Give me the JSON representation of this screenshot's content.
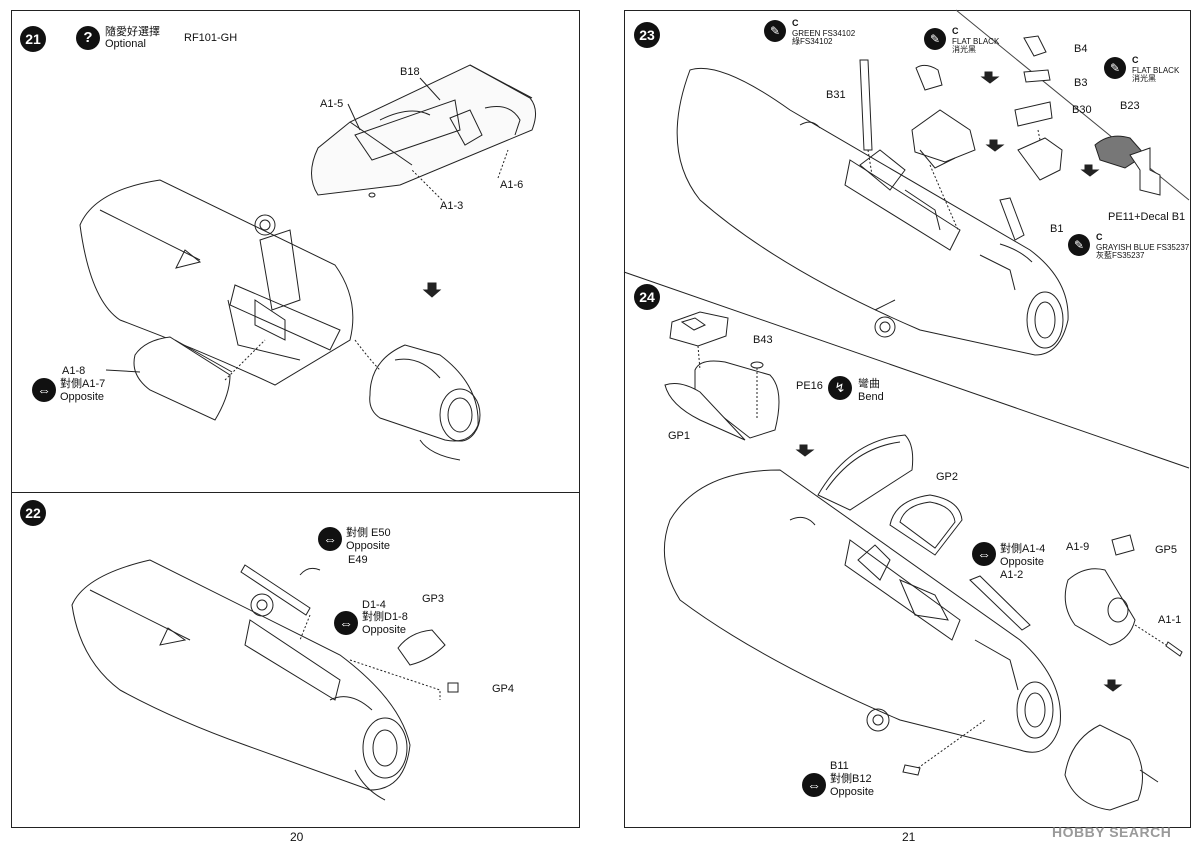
{
  "pages": {
    "left_number": "20",
    "right_number": "21"
  },
  "steps": {
    "s21": {
      "number": "21",
      "optional_cn": "隨愛好選擇",
      "optional_en": "Optional",
      "variant": "RF101-GH",
      "parts": {
        "b18": "B18",
        "a15": "A1-5",
        "a13": "A1-3",
        "a16": "A1-6",
        "a18": "A1-8"
      },
      "opposite_cn": "對側A1-7",
      "opposite_en": "Opposite"
    },
    "s22": {
      "number": "22",
      "parts": {
        "e49": "E49",
        "d14": "D1-4",
        "gp3": "GP3",
        "gp4": "GP4"
      },
      "opp1_cn": "對側 E50",
      "opp1_en": "Opposite",
      "opp2_cn": "對側D1-8",
      "opp2_en": "Opposite"
    },
    "s23": {
      "number": "23",
      "parts": {
        "b31": "B31",
        "b4": "B4",
        "b3": "B3",
        "b30": "B30",
        "b23": "B23",
        "b1": "B1",
        "pe11": "PE11+Decal B1"
      },
      "color1": {
        "code": "C",
        "en": "GREEN FS34102",
        "cn": "綠FS34102"
      },
      "color2": {
        "code": "C",
        "en": "FLAT BLACK",
        "cn": "消光黑"
      },
      "color3": {
        "code": "C",
        "en": "FLAT BLACK",
        "cn": "消光黑"
      },
      "color4": {
        "code": "C",
        "en": "GRAYISH BLUE FS35237",
        "cn": "灰藍FS35237"
      }
    },
    "s24": {
      "number": "24",
      "parts": {
        "b43": "B43",
        "pe16": "PE16",
        "gp1": "GP1",
        "gp2": "GP2",
        "a19": "A1-9",
        "gp5": "GP5",
        "a12": "A1-2",
        "a11": "A1-1",
        "b11": "B11"
      },
      "bend_cn": "彎曲",
      "bend_en": "Bend",
      "opp1_cn": "對側A1-4",
      "opp1_en": "Opposite",
      "opp2_cn": "對側B12",
      "opp2_en": "Opposite"
    }
  },
  "watermark": "HOBBY SEARCH",
  "icons": [
    "question-icon",
    "opposite-arrow-icon",
    "paint-brush-icon",
    "bend-icon",
    "arrow-down-icon"
  ]
}
